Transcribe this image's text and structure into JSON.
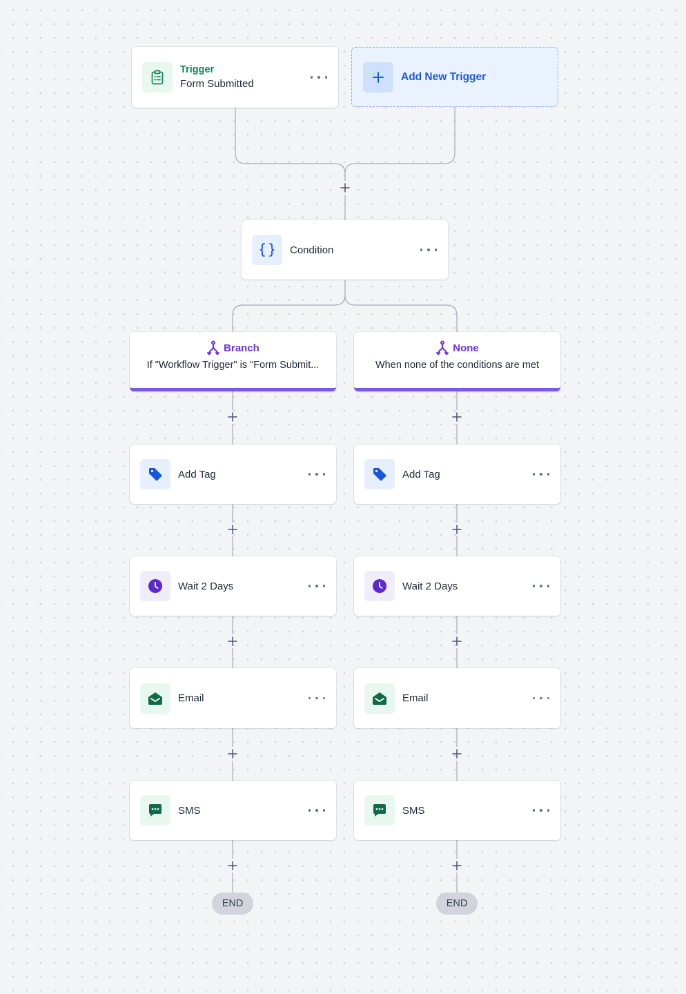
{
  "trigger": {
    "title": "Trigger",
    "subtitle": "Form Submitted",
    "icon": "clipboard-icon"
  },
  "add_trigger": {
    "label": "Add New Trigger",
    "icon": "plus-icon"
  },
  "condition": {
    "label": "Condition",
    "icon": "braces-icon"
  },
  "branches": [
    {
      "title": "Branch",
      "description": "If \"Workflow Trigger\" is \"Form Submit...",
      "icon": "branch-icon"
    },
    {
      "title": "None",
      "description": "When none of the conditions are met",
      "icon": "branch-icon"
    }
  ],
  "actions": [
    {
      "label": "Add Tag",
      "icon": "tag-icon"
    },
    {
      "label": "Wait 2 Days",
      "icon": "clock-icon"
    },
    {
      "label": "Email",
      "icon": "envelope-icon"
    },
    {
      "label": "SMS",
      "icon": "chat-icon"
    }
  ],
  "end_label": "END",
  "colors": {
    "trigger_green": "#11865a",
    "add_trigger_blue": "#1d5bd8",
    "branch_purple": "#6f30d9",
    "branch_border": "#7f57e8",
    "tag_blue": "#1a56db",
    "clock_purple": "#5b2bc9",
    "email_green": "#0f6b47"
  }
}
